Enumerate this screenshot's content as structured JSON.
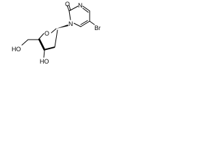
{
  "molecule": {
    "atoms": {
      "o_carbonyl": "O",
      "n_top": "N",
      "n_glycosidic": "N",
      "br": "Br",
      "o_ring": "O",
      "ho_primary": "HO",
      "ho_secondary": "HO"
    }
  }
}
